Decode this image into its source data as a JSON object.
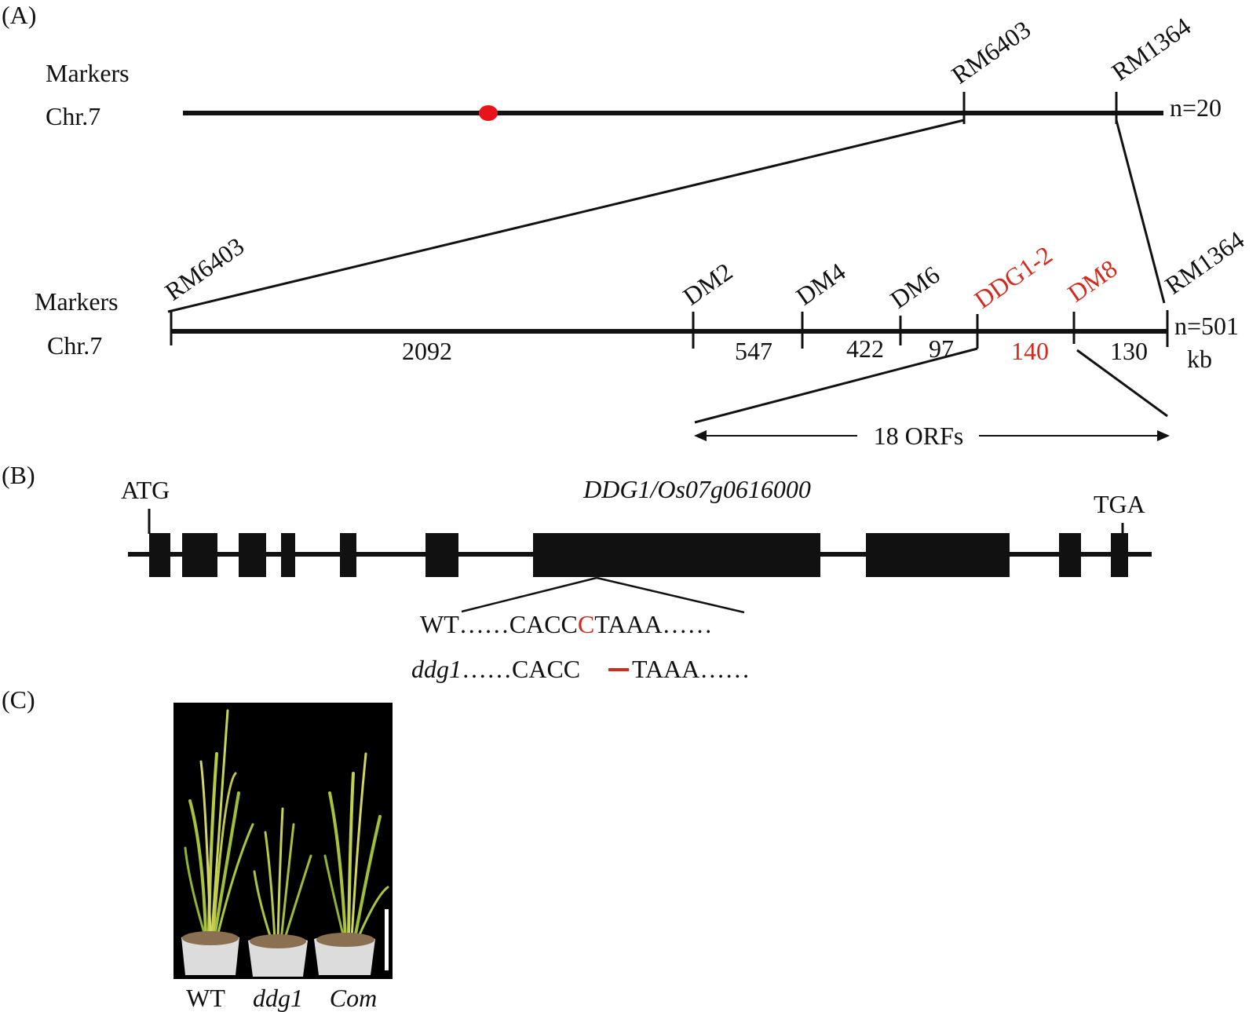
{
  "panels": {
    "a": "(A)",
    "b": "(B)",
    "c": "(C)"
  },
  "map_top": {
    "markers_label": "Markers",
    "chr_label": "Chr.7",
    "markers": [
      "RM6403",
      "RM1364"
    ],
    "n_label": "n=20"
  },
  "map_fine": {
    "markers_label": "Markers",
    "chr_label": "Chr.7",
    "markers": [
      "RM6403",
      "DM2",
      "DM4",
      "DM6",
      "DDG1-2",
      "DM8",
      "RM1364"
    ],
    "intervals": [
      "2092",
      "547",
      "422",
      "97",
      "140",
      "130"
    ],
    "n_label": "n=501",
    "unit_label": "kb",
    "orfs_label": "18 ORFs"
  },
  "gene": {
    "name": "DDG1/Os07g0616000",
    "start_codon": "ATG",
    "stop_codon": "TGA",
    "wt_label": "WT",
    "mut_label": "ddg1",
    "dots": "……",
    "wt_seq_pre": "CACC",
    "wt_seq_site": "C",
    "mut_seq_pre": "CACC",
    "seq_post": "TAAA"
  },
  "photo": {
    "labels": [
      "WT",
      "ddg1",
      "Com"
    ]
  },
  "colors": {
    "highlight": "#d42a1e",
    "line": "#111111",
    "photo_bg": "#000000"
  }
}
